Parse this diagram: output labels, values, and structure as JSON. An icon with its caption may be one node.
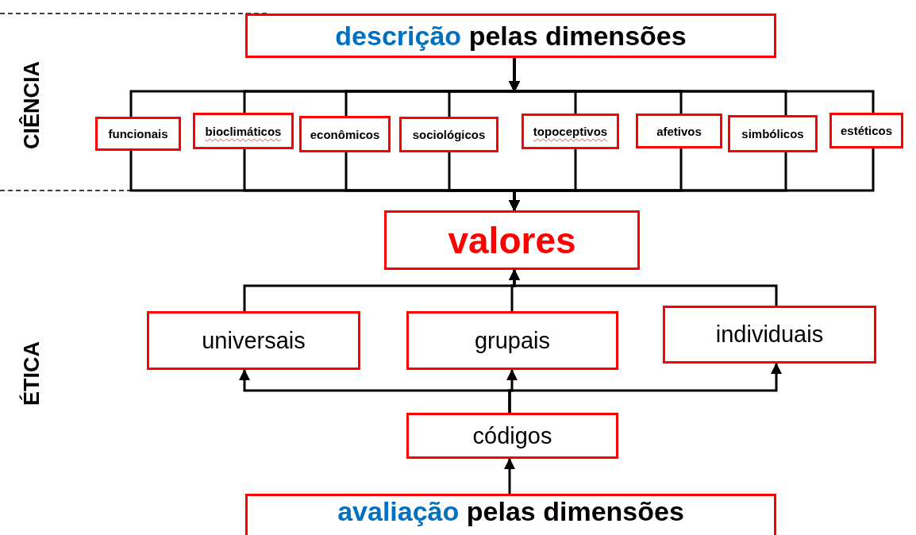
{
  "diagram": {
    "nodes": [
      {
        "text": [
          "descrição",
          "pelas dimensões"
        ]
      },
      {
        "text": [
          "funcionais"
        ]
      },
      {
        "text": [
          "bioclimáticos"
        ]
      },
      {
        "text": [
          "econômicos"
        ]
      },
      {
        "text": [
          "sociológicos"
        ]
      },
      {
        "text": [
          "topoceptivos"
        ]
      },
      {
        "text": [
          "afetivos"
        ]
      },
      {
        "text": [
          "simbólicos"
        ]
      },
      {
        "text": [
          "estéticos"
        ]
      },
      {
        "text": [
          "valores"
        ]
      },
      {
        "text": [
          "universais"
        ]
      },
      {
        "text": [
          "grupais"
        ]
      },
      {
        "text": [
          "individuais"
        ]
      },
      {
        "text": [
          "códigos"
        ]
      },
      {
        "text": [
          "avaliação",
          "pelas dimensões"
        ]
      }
    ],
    "edges": [
      {
        "from": 0,
        "to": 1,
        "arrow": "to"
      },
      {
        "from": 0,
        "to": 2,
        "arrow": "to"
      },
      {
        "from": 0,
        "to": 3,
        "arrow": "to"
      },
      {
        "from": 0,
        "to": 4,
        "arrow": "to"
      },
      {
        "from": 0,
        "to": 5,
        "arrow": "to"
      },
      {
        "from": 0,
        "to": 6,
        "arrow": "to"
      },
      {
        "from": 0,
        "to": 7,
        "arrow": "to"
      },
      {
        "from": 0,
        "to": 8,
        "arrow": "to"
      },
      {
        "from": 1,
        "to": 9,
        "arrow": "to"
      },
      {
        "from": 2,
        "to": 9,
        "arrow": "to"
      },
      {
        "from": 3,
        "to": 9,
        "arrow": "to"
      },
      {
        "from": 4,
        "to": 9,
        "arrow": "to"
      },
      {
        "from": 5,
        "to": 9,
        "arrow": "to"
      },
      {
        "from": 6,
        "to": 9,
        "arrow": "to"
      },
      {
        "from": 7,
        "to": 9,
        "arrow": "to"
      },
      {
        "from": 8,
        "to": 9,
        "arrow": "to"
      },
      {
        "from": 10,
        "to": 9,
        "arrow": "to"
      },
      {
        "from": 11,
        "to": 9,
        "arrow": "to"
      },
      {
        "from": 12,
        "to": 9,
        "arrow": "to"
      },
      {
        "from": 13,
        "to": 10,
        "arrow": "to"
      },
      {
        "from": 13,
        "to": 11,
        "arrow": "to"
      },
      {
        "from": 13,
        "to": 12,
        "arrow": "to"
      },
      {
        "from": 14,
        "to": 13,
        "arrow": "to"
      }
    ],
    "labels": [
      "CIÊNCIA",
      "ÉTICA"
    ]
  }
}
